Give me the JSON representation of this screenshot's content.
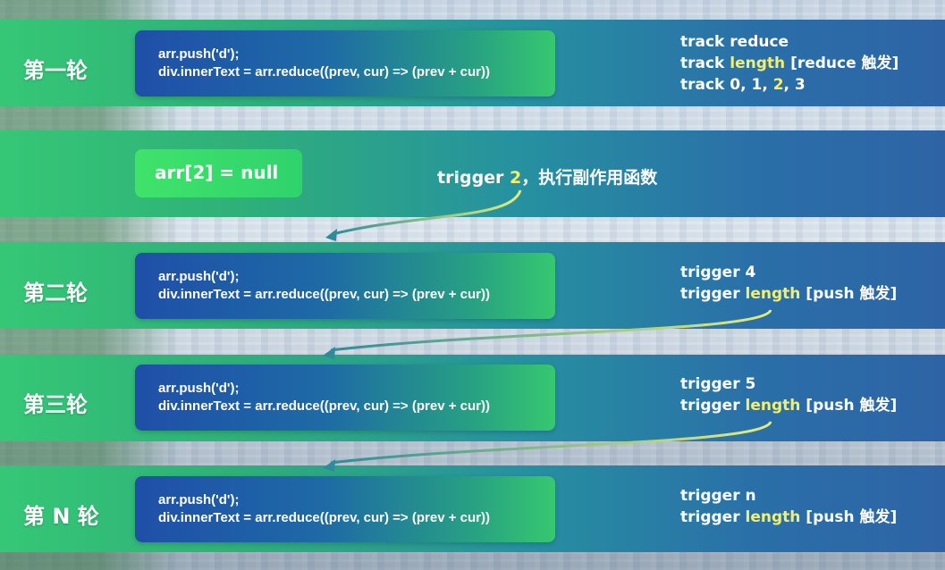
{
  "colors": {
    "highlight": "#f4ef6a",
    "arrow_yellow": "#e7ec7a",
    "arrow_teal": "#2e8b9a",
    "null_box": "#3fe36a"
  },
  "code": {
    "line1": "arr.push('d');",
    "line2": "div.innerText = arr.reduce((prev, cur) => (prev + cur))"
  },
  "rounds": [
    {
      "label": "第一轮",
      "lines": [
        {
          "parts": [
            {
              "t": "track reduce",
              "hl": false
            }
          ]
        },
        {
          "parts": [
            {
              "t": "track ",
              "hl": false
            },
            {
              "t": "length",
              "hl": true
            },
            {
              "t": " [reduce 触发]",
              "hl": false
            }
          ]
        },
        {
          "parts": [
            {
              "t": "track 0, 1, ",
              "hl": false
            },
            {
              "t": "2",
              "hl": true
            },
            {
              "t": ", 3",
              "hl": false
            }
          ]
        }
      ]
    },
    {
      "label": "第二轮",
      "lines": [
        {
          "parts": [
            {
              "t": "trigger 4",
              "hl": false
            }
          ]
        },
        {
          "parts": [
            {
              "t": "trigger ",
              "hl": false
            },
            {
              "t": "length",
              "hl": true
            },
            {
              "t": " [push 触发]",
              "hl": false
            }
          ]
        }
      ]
    },
    {
      "label": "第三轮",
      "lines": [
        {
          "parts": [
            {
              "t": "trigger 5",
              "hl": false
            }
          ]
        },
        {
          "parts": [
            {
              "t": "trigger ",
              "hl": false
            },
            {
              "t": "length",
              "hl": true
            },
            {
              "t": " [push 触发]",
              "hl": false
            }
          ]
        }
      ]
    },
    {
      "label": "第 N 轮",
      "lines": [
        {
          "parts": [
            {
              "t": "trigger n",
              "hl": false
            }
          ]
        },
        {
          "parts": [
            {
              "t": "trigger ",
              "hl": false
            },
            {
              "t": "length",
              "hl": true
            },
            {
              "t": " [push 触发]",
              "hl": false
            }
          ]
        }
      ]
    }
  ],
  "middle": {
    "assign": "arr[2] = null",
    "trigger_prefix": "trigger ",
    "trigger_key": "2",
    "trigger_suffix": "，执行副作用函数"
  }
}
